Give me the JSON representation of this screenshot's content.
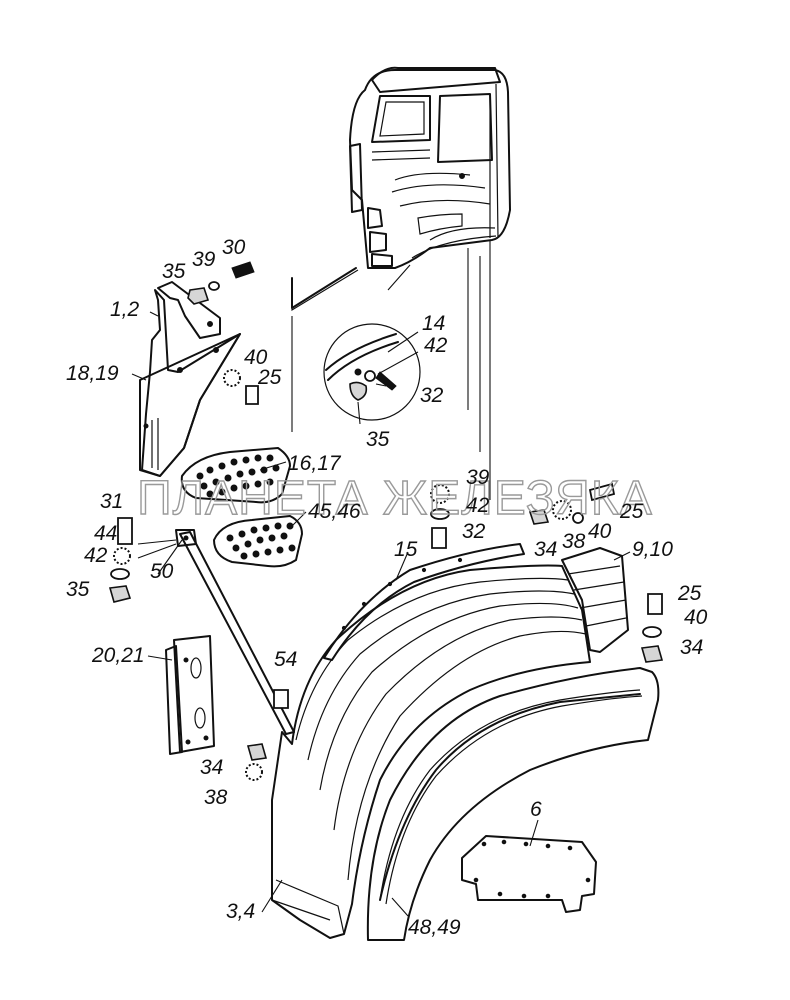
{
  "watermark": "ПЛАНЕТА ЖЕЛЕЗЯКА",
  "labels": {
    "l30": "30",
    "l39a": "39",
    "l35a": "35",
    "l1_2": "1,2",
    "l14": "14",
    "l42a": "42",
    "l40a": "40",
    "l18_19": "18,19",
    "l25a": "25",
    "l32a": "32",
    "l35b": "35",
    "l16_17": "16,17",
    "l39b": "39",
    "l42b": "42",
    "l25b": "25",
    "l31": "31",
    "l45_46": "45,46",
    "l40b": "40",
    "l44": "44",
    "l32b": "32",
    "l34a": "34",
    "l38a": "38",
    "l42c": "42",
    "l15": "15",
    "l9_10": "9,10",
    "l50": "50",
    "l35c": "35",
    "l25c": "25",
    "l40c": "40",
    "l34b": "34",
    "l20_21": "20,21",
    "l54": "54",
    "l34c": "34",
    "l38b": "38",
    "l6": "6",
    "l3_4": "3,4",
    "l48_49": "48,49"
  }
}
